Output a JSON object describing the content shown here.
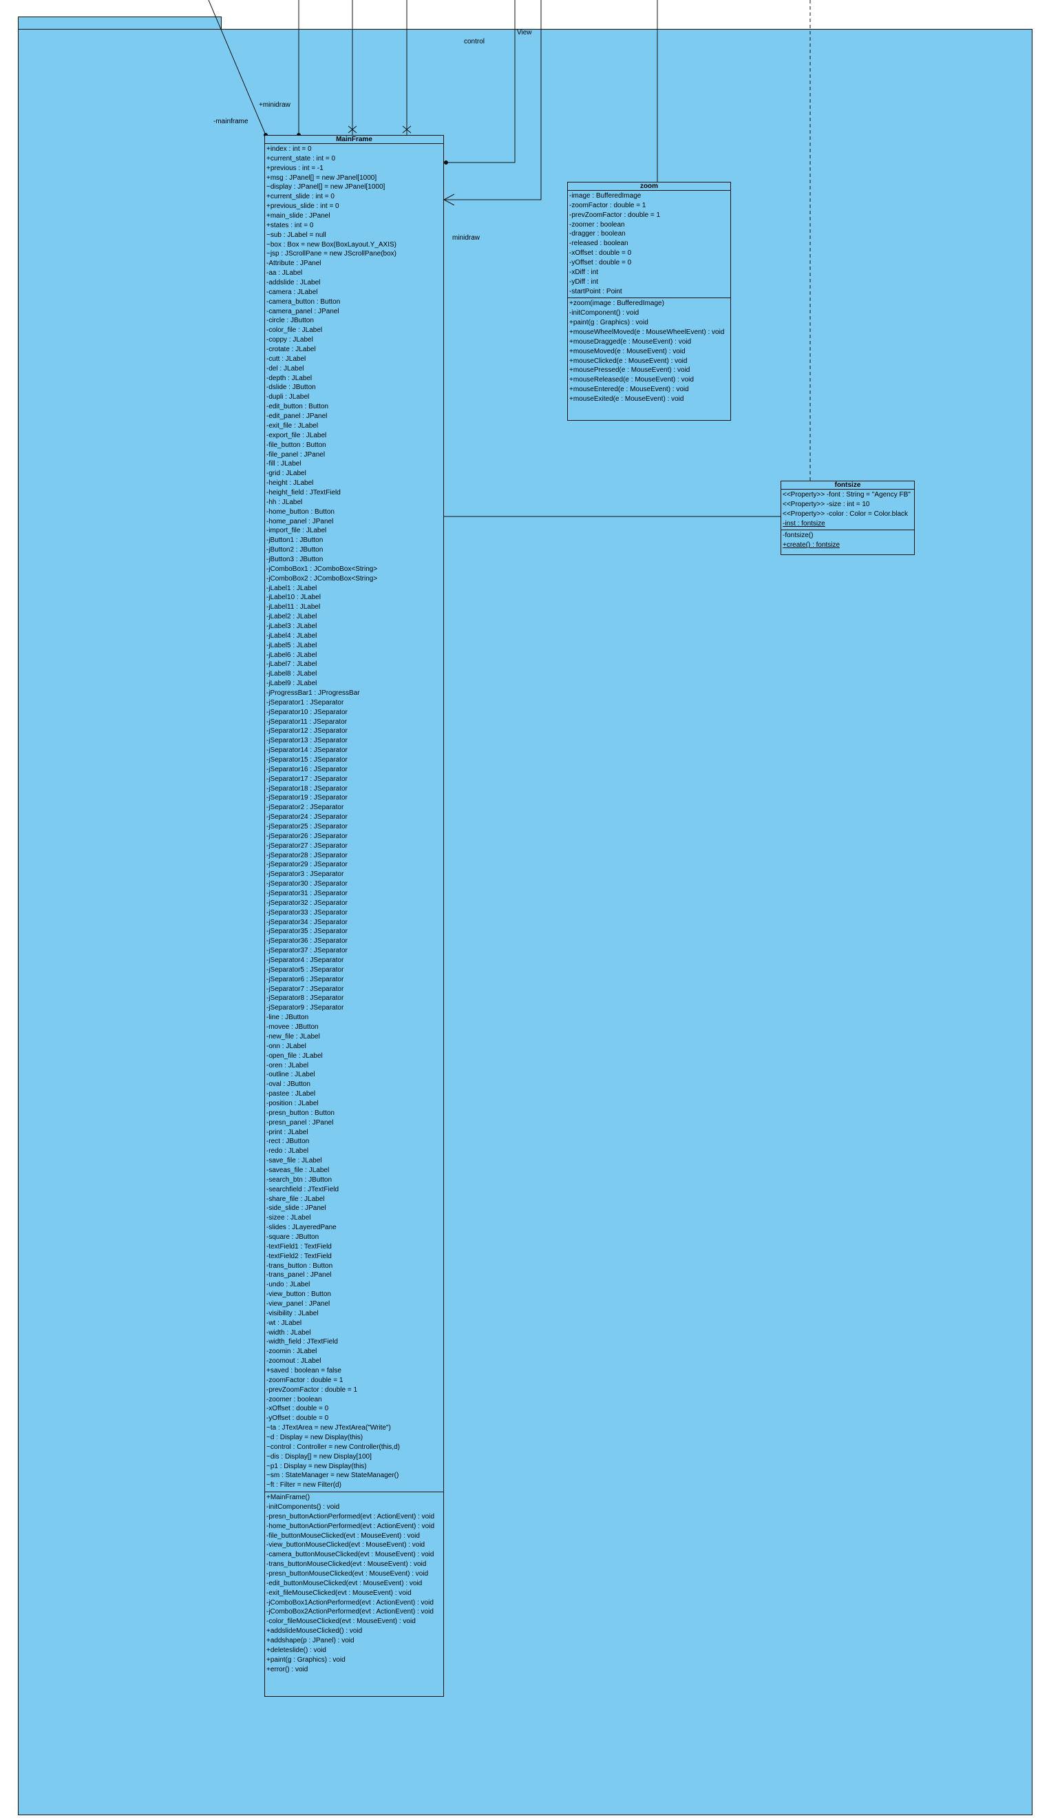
{
  "diagram": {
    "labels": {
      "control": "control",
      "view": "View",
      "minidraw_top": "+minidraw",
      "mainframe": "-mainframe",
      "minidraw_mid": "minidraw"
    },
    "classes": {
      "mainframe": {
        "name": "MainFrame",
        "attributes": [
          "+index : int = 0",
          "+current_state : int = 0",
          "+previous : int = -1",
          "+msg : JPanel[] = new JPanel[1000]",
          "~display : JPanel[] = new JPanel[1000]",
          "+current_slide : int = 0",
          "+previous_slide : int = 0",
          "+main_slide : JPanel",
          "+states : int = 0",
          "~sub : JLabel = null",
          "~box : Box = new Box(BoxLayout.Y_AXIS)",
          "~jsp : JScrollPane = new JScrollPane(box)",
          "-Attribute : JPanel",
          "-aa : JLabel",
          "-addslide : JLabel",
          "-camera : JLabel",
          "-camera_button : Button",
          "-camera_panel : JPanel",
          "-circle : JButton",
          "-color_file : JLabel",
          "-coppy : JLabel",
          "-crotate : JLabel",
          "-cutt : JLabel",
          "-del : JLabel",
          "-depth : JLabel",
          "-dslide : JButton",
          "-dupli : JLabel",
          "-edit_button : Button",
          "-edit_panel : JPanel",
          "-exit_file : JLabel",
          "-export_file : JLabel",
          "-file_button : Button",
          "-file_panel : JPanel",
          "-fill : JLabel",
          "-grid : JLabel",
          "-height : JLabel",
          "-height_field : JTextField",
          "-hh : JLabel",
          "-home_button : Button",
          "-home_panel : JPanel",
          "-import_file : JLabel",
          "-jButton1 : JButton",
          "-jButton2 : JButton",
          "-jButton3 : JButton",
          "-jComboBox1 : JComboBox<String>",
          "-jComboBox2 : JComboBox<String>",
          "-jLabel1 : JLabel",
          "-jLabel10 : JLabel",
          "-jLabel11 : JLabel",
          "-jLabel2 : JLabel",
          "-jLabel3 : JLabel",
          "-jLabel4 : JLabel",
          "-jLabel5 : JLabel",
          "-jLabel6 : JLabel",
          "-jLabel7 : JLabel",
          "-jLabel8 : JLabel",
          "-jLabel9 : JLabel",
          "-jProgressBar1 : JProgressBar",
          "-jSeparator1 : JSeparator",
          "-jSeparator10 : JSeparator",
          "-jSeparator11 : JSeparator",
          "-jSeparator12 : JSeparator",
          "-jSeparator13 : JSeparator",
          "-jSeparator14 : JSeparator",
          "-jSeparator15 : JSeparator",
          "-jSeparator16 : JSeparator",
          "-jSeparator17 : JSeparator",
          "-jSeparator18 : JSeparator",
          "-jSeparator19 : JSeparator",
          "-jSeparator2 : JSeparator",
          "-jSeparator24 : JSeparator",
          "-jSeparator25 : JSeparator",
          "-jSeparator26 : JSeparator",
          "-jSeparator27 : JSeparator",
          "-jSeparator28 : JSeparator",
          "-jSeparator29 : JSeparator",
          "-jSeparator3 : JSeparator",
          "-jSeparator30 : JSeparator",
          "-jSeparator31 : JSeparator",
          "-jSeparator32 : JSeparator",
          "-jSeparator33 : JSeparator",
          "-jSeparator34 : JSeparator",
          "-jSeparator35 : JSeparator",
          "-jSeparator36 : JSeparator",
          "-jSeparator37 : JSeparator",
          "-jSeparator4 : JSeparator",
          "-jSeparator5 : JSeparator",
          "-jSeparator6 : JSeparator",
          "-jSeparator7 : JSeparator",
          "-jSeparator8 : JSeparator",
          "-jSeparator9 : JSeparator",
          "-line : JButton",
          "-movee : JButton",
          "-new_file : JLabel",
          "-onn : JLabel",
          "-open_file : JLabel",
          "-oren : JLabel",
          "-outline : JLabel",
          "-oval : JButton",
          "-pastee : JLabel",
          "-position : JLabel",
          "-presn_button : Button",
          "-presn_panel : JPanel",
          "-print : JLabel",
          "-rect : JButton",
          "-redo : JLabel",
          "-save_file : JLabel",
          "-saveas_file : JLabel",
          "-search_btn : JButton",
          "-searchfield : JTextField",
          "-share_file : JLabel",
          "-side_slide : JPanel",
          "-sizee : JLabel",
          "-slides : JLayeredPane",
          "-square : JButton",
          "-textField1 : TextField",
          "-textField2 : TextField",
          "-trans_button : Button",
          "-trans_panel : JPanel",
          "-undo : JLabel",
          "-view_button : Button",
          "-view_panel : JPanel",
          "-visibility : JLabel",
          "-wt : JLabel",
          "-width : JLabel",
          "-width_field : JTextField",
          "-zoomin : JLabel",
          "-zoomout : JLabel",
          "+saved : boolean = false",
          "-zoomFactor : double = 1",
          "-prevZoomFactor : double = 1",
          "-zoomer : boolean",
          "-xOffset : double = 0",
          "-yOffset : double = 0",
          "~ta : JTextArea = new JTextArea(\"Write\")",
          "~d : Display = new Display(this)",
          "~control : Controller = new Controller(this,d)",
          "~dis : Display[] = new Display[100]",
          "~p1 : Display = new Display(this)",
          "~sm : StateManager = new StateManager()",
          "~ft : Filter = new Filter(d)"
        ],
        "operations": [
          "+MainFrame()",
          "-initComponents() : void",
          "-presn_buttonActionPerformed(evt : ActionEvent) : void",
          "-home_buttonActionPerformed(evt : ActionEvent) : void",
          "-file_buttonMouseClicked(evt : MouseEvent) : void",
          "-view_buttonMouseClicked(evt : MouseEvent) : void",
          "-camera_buttonMouseClicked(evt : MouseEvent) : void",
          "-trans_buttonMouseClicked(evt : MouseEvent) : void",
          "-presn_buttonMouseClicked(evt : MouseEvent) : void",
          "-edit_buttonMouseClicked(evt : MouseEvent) : void",
          "-exit_fileMouseClicked(evt : MouseEvent) : void",
          "-jComboBox1ActionPerformed(evt : ActionEvent) : void",
          "-jComboBox2ActionPerformed(evt : ActionEvent) : void",
          "-color_fileMouseClicked(evt : MouseEvent) : void",
          "+addslideMouseClicked() : void",
          "+addshape(p : JPanel) : void",
          "+deleteslide() : void",
          "+paint(g : Graphics) : void",
          "+error() : void"
        ]
      },
      "zoom": {
        "name": "zoom",
        "attributes": [
          "-image : BufferedImage",
          "-zoomFactor : double = 1",
          "-prevZoomFactor : double = 1",
          "-zoomer : boolean",
          "-dragger : boolean",
          "-released : boolean",
          "-xOffset : double = 0",
          "-yOffset : double = 0",
          "-xDiff : int",
          "-yDiff : int",
          "-startPoint : Point"
        ],
        "operations": [
          "+zoom(image : BufferedImage)",
          "-initComponent() : void",
          "+paint(g : Graphics) : void",
          "+mouseWheelMoved(e : MouseWheelEvent) : void",
          "+mouseDragged(e : MouseEvent) : void",
          "+mouseMoved(e : MouseEvent) : void",
          "+mouseClicked(e : MouseEvent) : void",
          "+mousePressed(e : MouseEvent) : void",
          "+mouseReleased(e : MouseEvent) : void",
          "+mouseEntered(e : MouseEvent) : void",
          "+mouseExited(e : MouseEvent) : void"
        ]
      },
      "fontsize": {
        "name": "fontsize",
        "attributes": [
          "<<Property>> -font : String = \"Agency FB\"",
          "<<Property>> -size : int = 10",
          "<<Property>> -color : Color = Color.black",
          "-inst : fontsize"
        ],
        "operations": [
          "-fontsize()",
          "+create() : fontsize"
        ]
      }
    }
  }
}
